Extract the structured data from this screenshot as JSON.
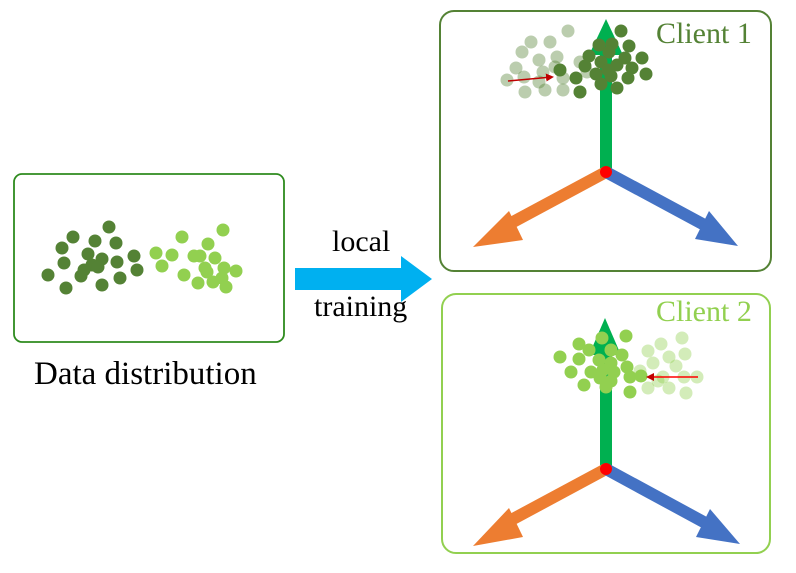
{
  "labels": {
    "data_distribution": "Data distribution",
    "arrow_line1": "local",
    "arrow_line2": "training"
  },
  "clients": [
    {
      "title": "Client 1",
      "color": "#548235"
    },
    {
      "title": "Client 2",
      "color": "#92D050"
    }
  ],
  "colors": {
    "dark_green": "#548235",
    "light_green": "#92D050",
    "axis_green": "#00B050",
    "axis_orange": "#ED7D31",
    "axis_blue": "#4472C4",
    "arrow_cyan": "#00B0F0",
    "pointer_red": "#C00000",
    "origin_red": "#FF0000"
  }
}
